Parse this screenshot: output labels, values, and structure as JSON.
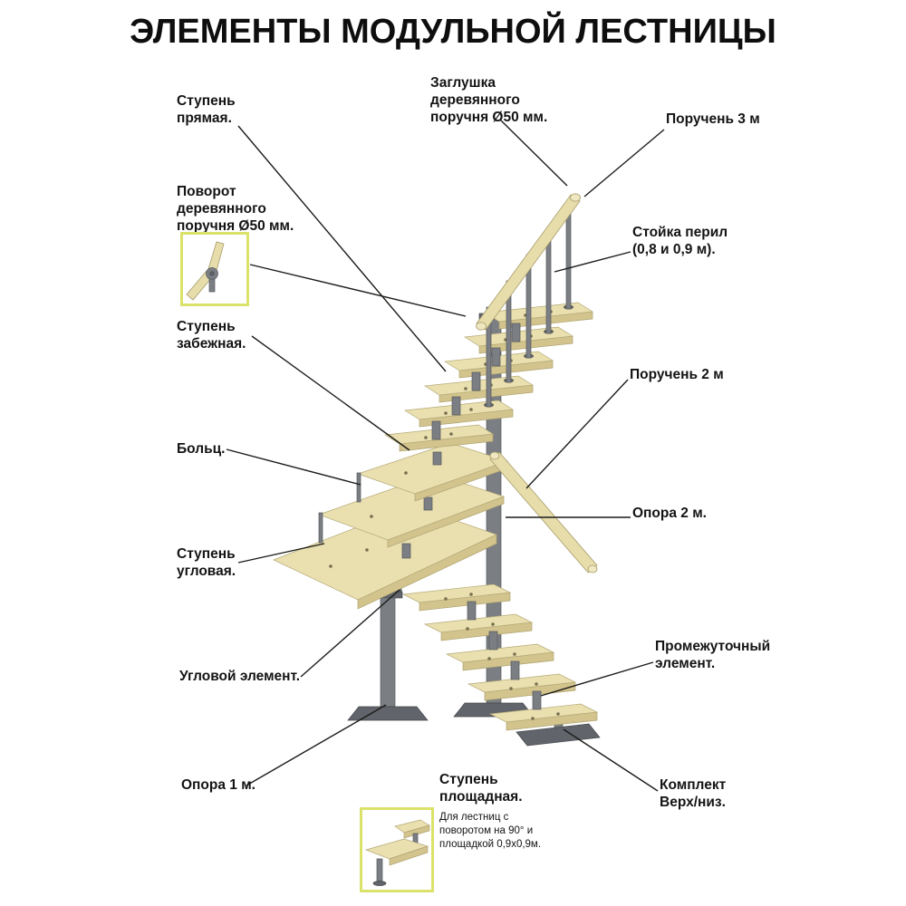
{
  "title": "ЭЛЕМЕНТЫ МОДУЛЬНОЙ ЛЕСТНИЦЫ",
  "callouts": {
    "straight_step": {
      "label": "Ступень прямая."
    },
    "handrail_turn": {
      "label": "Поворот деревянного поручня Ø50 мм."
    },
    "winder_step": {
      "label": "Ступень забежная."
    },
    "bolt": {
      "label": "Больц."
    },
    "corner_step": {
      "label": "Ступень угловая."
    },
    "corner_element": {
      "label": "Угловой элемент."
    },
    "support_1m": {
      "label": "Опора 1 м."
    },
    "handrail_cap": {
      "label": "Заглушка деревянного поручня Ø50 мм."
    },
    "handrail_3m": {
      "label": "Поручень 3 м"
    },
    "railing_post": {
      "label": "Стойка перил (0,8 и 0,9 м)."
    },
    "handrail_2m": {
      "label": "Поручень 2 м"
    },
    "support_2m": {
      "label": "Опора 2 м."
    },
    "intermediate_element": {
      "label": "Промежуточный элемент."
    },
    "kit_top_bottom": {
      "label": "Комплект Верх/низ."
    },
    "landing_step": {
      "label": "Ступень площадная.",
      "note": "Для лестниц с поворотом на 90° и площадкой 0,9х0,9м."
    }
  },
  "colors": {
    "wood": "#e9dfaf",
    "wood_front": "#d2c48c",
    "metal": "#7b7e83",
    "metal_dark": "#61646a",
    "leader_line": "#1c1c1a",
    "inset_border": "#dbe26a",
    "text": "#141414"
  }
}
